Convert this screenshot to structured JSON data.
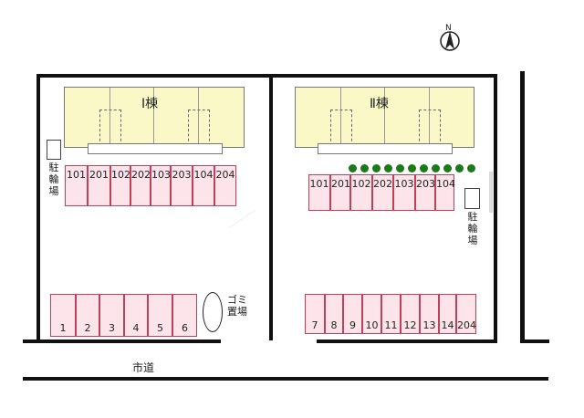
{
  "buildings": [
    {
      "label": "Ⅰ棟"
    },
    {
      "label": "Ⅱ棟"
    }
  ],
  "building1_slots": [
    "101",
    "201",
    "102",
    "202",
    "103",
    "203",
    "104",
    "204"
  ],
  "building2_slots": [
    "101",
    "201",
    "102",
    "202",
    "103",
    "203",
    "104"
  ],
  "left_parking": [
    "1",
    "2",
    "3",
    "4",
    "5",
    "6"
  ],
  "right_parking": [
    "7",
    "8",
    "9",
    "10",
    "11",
    "12",
    "13",
    "14",
    "204"
  ],
  "bicycle_parking": "駐輪場",
  "garbage_area": "ゴミ置場",
  "road": "市道",
  "compass": "N",
  "colors": {
    "building_fill": "#fbf8c8",
    "slot_border": "#c0405a",
    "slot_fill": "#fce4ea",
    "tree": "#1a7a1a"
  }
}
